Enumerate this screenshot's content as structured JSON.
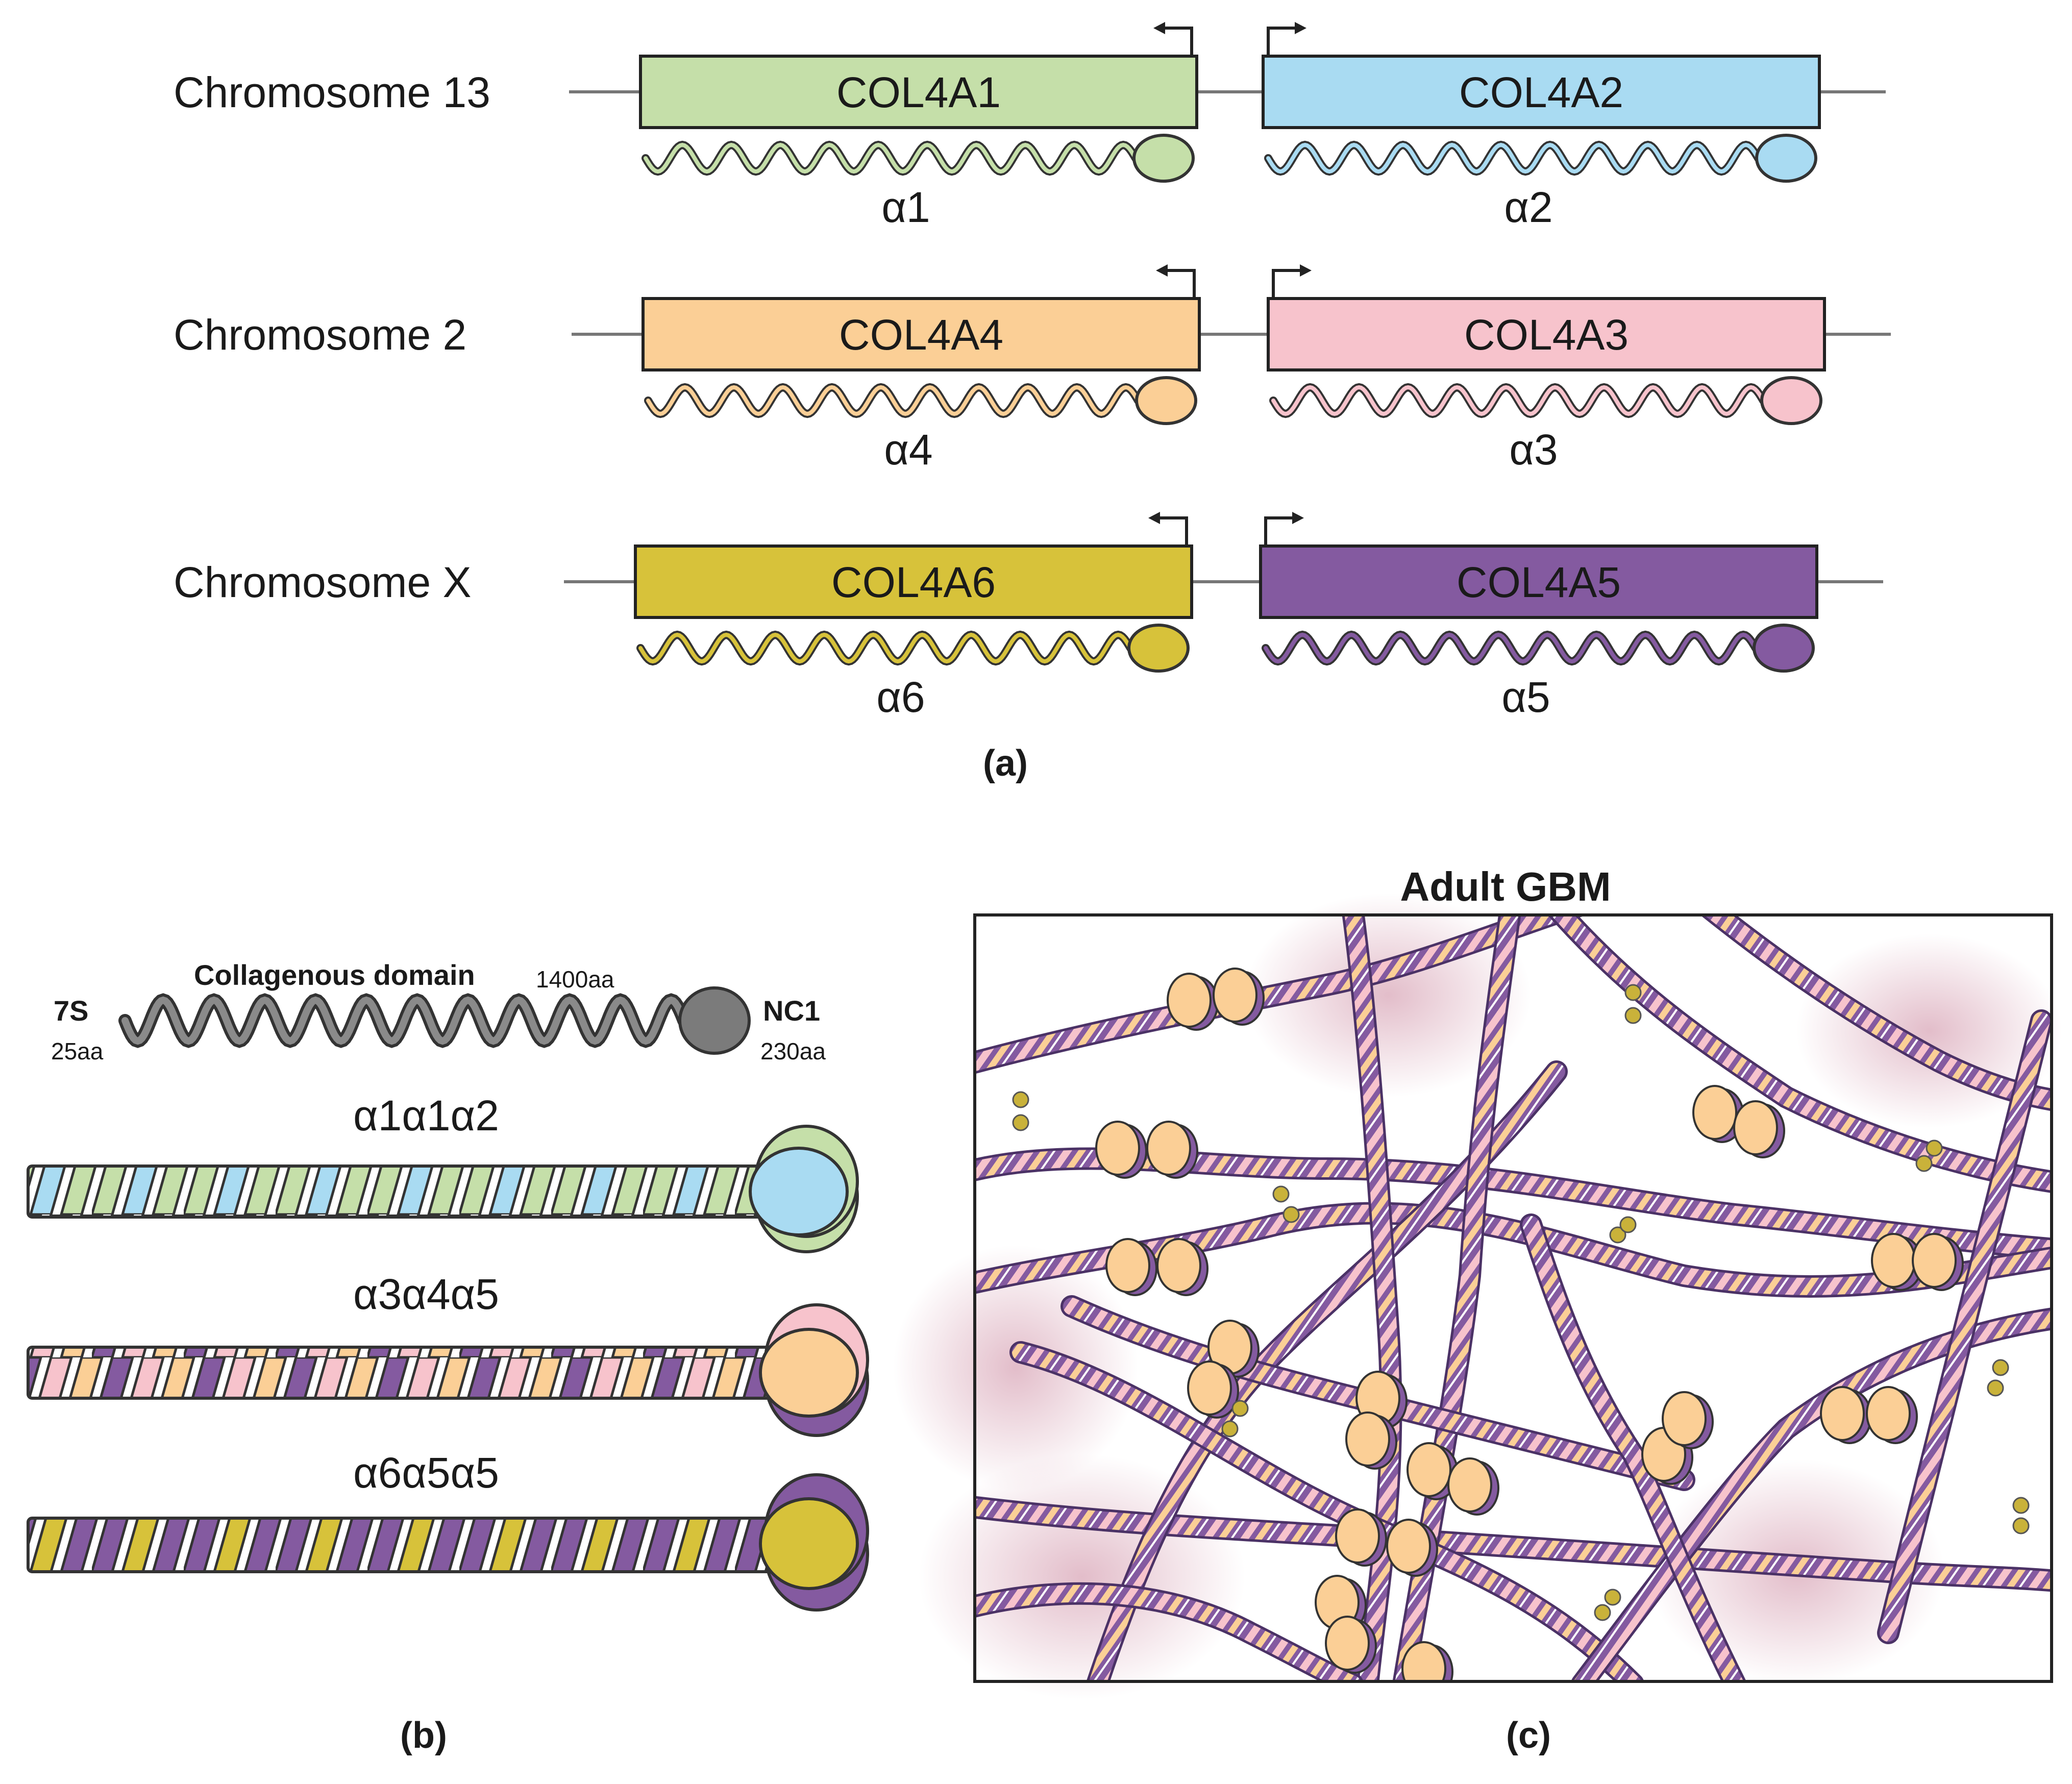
{
  "panel_a": {
    "label": "(a)",
    "rows": [
      {
        "chromosome": "Chromosome 13",
        "left": {
          "gene": "COL4A1",
          "chain": "α1",
          "color": "#c5dfa9"
        },
        "right": {
          "gene": "COL4A2",
          "chain": "α2",
          "color": "#a9dbf2"
        }
      },
      {
        "chromosome": "Chromosome 2",
        "left": {
          "gene": "COL4A4",
          "chain": "α4",
          "color": "#fbcf96"
        },
        "right": {
          "gene": "COL4A3",
          "chain": "α3",
          "color": "#f7c3cc"
        }
      },
      {
        "chromosome": "Chromosome X",
        "left": {
          "gene": "COL4A6",
          "chain": "α6",
          "color": "#d7c23a"
        },
        "right": {
          "gene": "COL4A5",
          "chain": "α5",
          "color": "#845aa0"
        }
      }
    ]
  },
  "panel_b": {
    "label": "(b)",
    "domain_title": "Collagenous domain",
    "domain_length": "1400aa",
    "left_domain": "7S",
    "left_length": "25aa",
    "right_domain": "NC1",
    "right_length": "230aa",
    "trimers": [
      {
        "name": "α1α1α2",
        "strand_colors": [
          "#c5dfa9",
          "#a9dbf2"
        ],
        "head_front": "#a9dbf2",
        "head_back": "#c5dfa9"
      },
      {
        "name": "α3α4α5",
        "strand_colors": [
          "#845aa0",
          "#f7c3cc",
          "#fbcf96"
        ],
        "head_front": "#fbcf96",
        "head_back_top": "#f7c3cc",
        "head_back_bottom": "#845aa0"
      },
      {
        "name": "α6α5α5",
        "strand_colors": [
          "#845aa0",
          "#d7c23a"
        ],
        "head_front": "#d7c23a",
        "head_back": "#845aa0"
      }
    ]
  },
  "panel_c": {
    "label": "(c)",
    "title": "Adult GBM"
  },
  "colors": {
    "gray_domain": "#888888",
    "outline": "#333333",
    "lamina_glow": "#d9a7b8"
  }
}
